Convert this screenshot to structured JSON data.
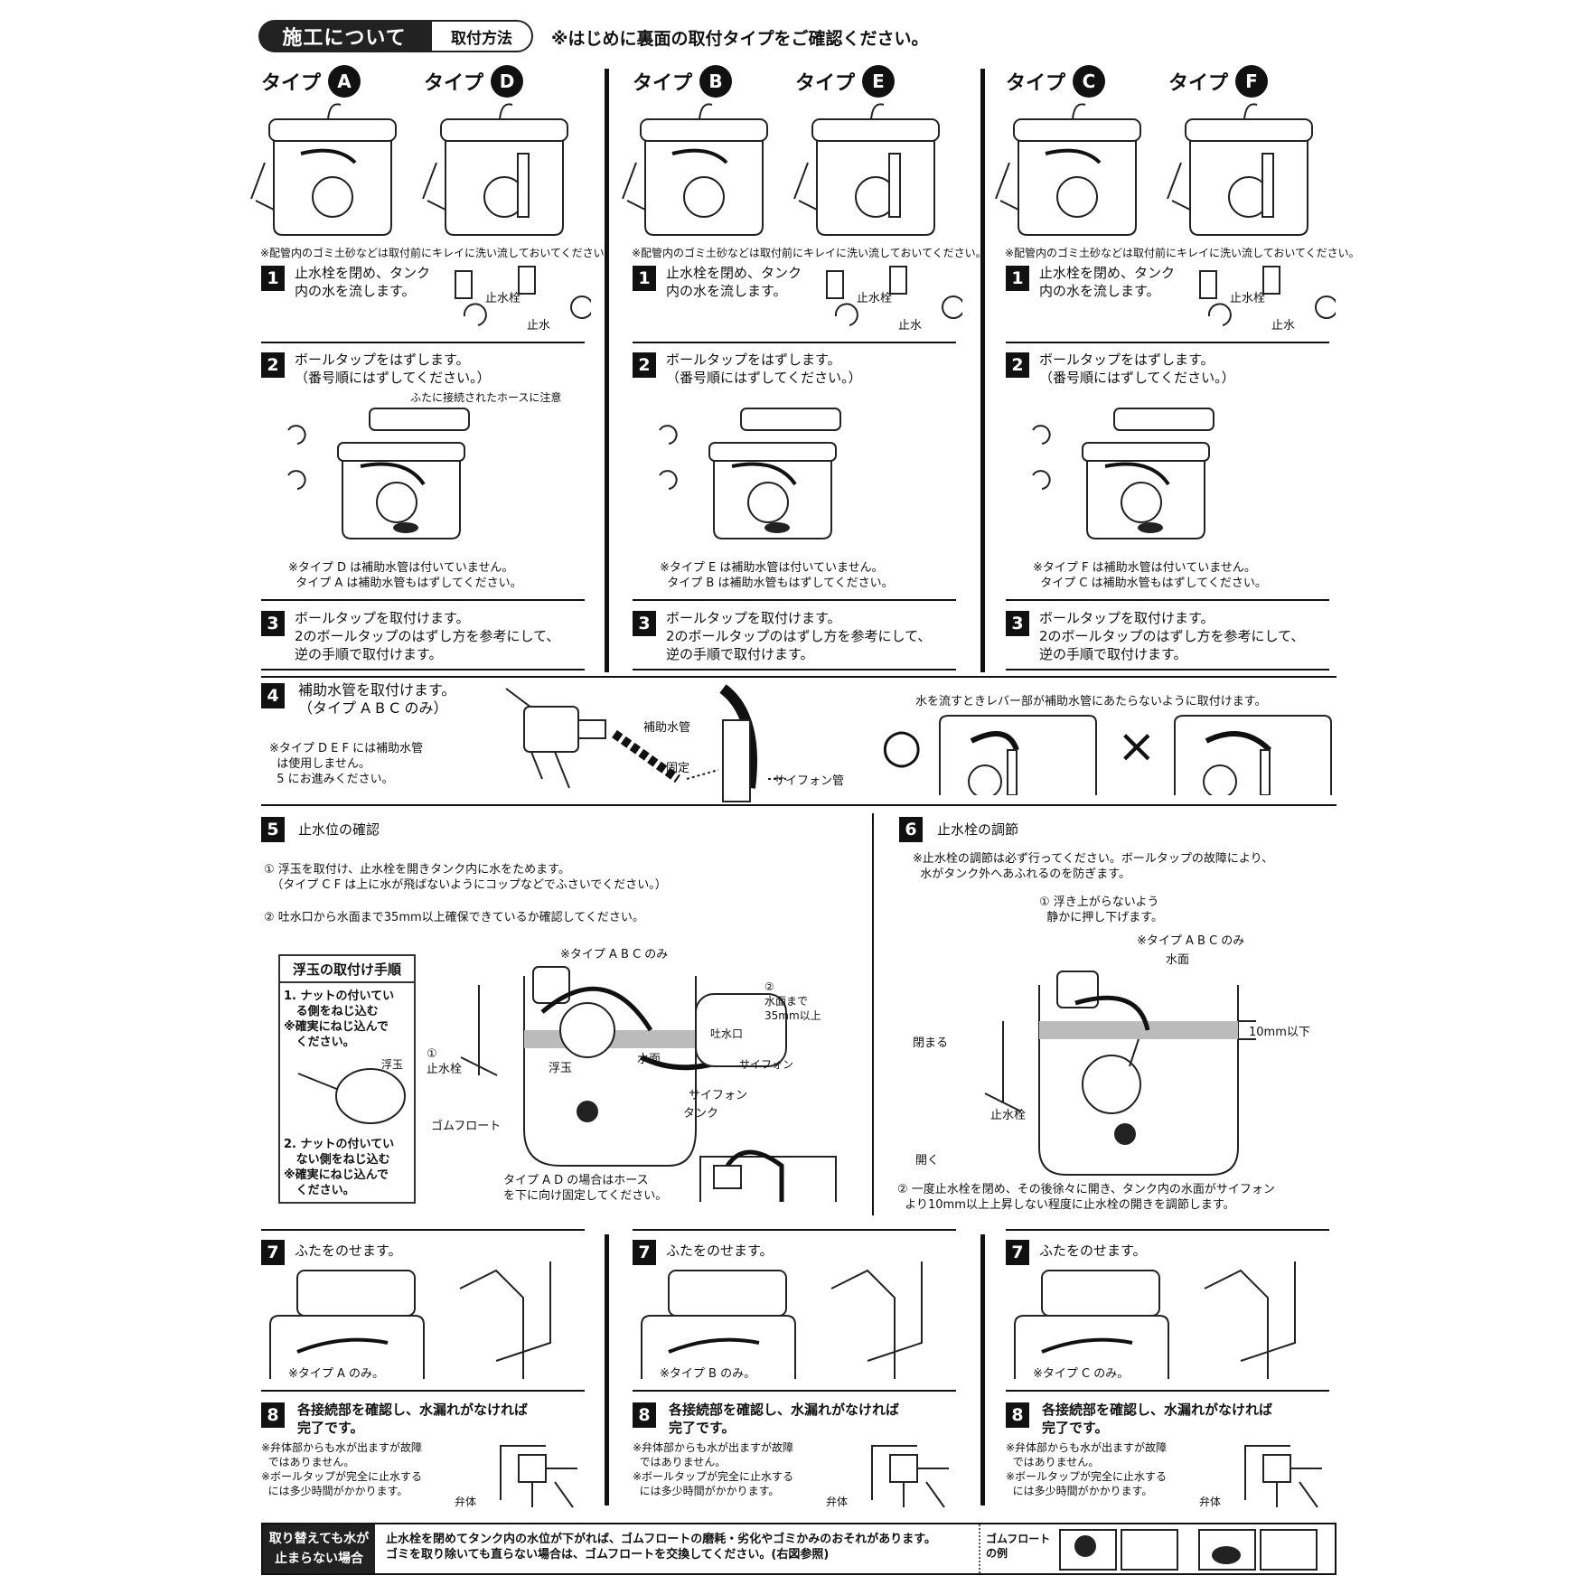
{
  "header": {
    "title": "施工について",
    "subtitle": "取付方法",
    "note": "※はじめに裏面の取付タイプをご確認ください。"
  },
  "columns": [
    {
      "types": [
        {
          "prefix": "タイプ",
          "letter": "A"
        },
        {
          "prefix": "タイプ",
          "letter": "D"
        }
      ],
      "note_top": "※配管内のゴミ土砂などは取付前にキレイに洗い流しておいてください。",
      "step1": "止水栓を閉め、タンク\n内の水を流します。",
      "step1_label_valve": "止水栓",
      "step1_label_stop": "止水",
      "step2": "ボールタップをはずします。\n（番号順にはずしてください。）",
      "step2_caution": "ふたに接続されたホースに注意",
      "step2_note": "※タイプ D は補助水管は付いていません。\n  タイプ A は補助水管もはずしてください。",
      "step3": "ボールタップを取付けます。\n2のボールタップのはずし方を参考にして、\n逆の手順で取付けます。",
      "step7": "ふたをのせます。",
      "step7_note": "※タイプ A のみ。",
      "step8": "各接続部を確認し、水漏れがなければ\n完了です。",
      "step8_note": "※弁体部からも水が出ますが故障\n  ではありません。\n※ボールタップが完全に止水する\n  には多少時間がかかります。",
      "step8_label": "弁体"
    },
    {
      "types": [
        {
          "prefix": "タイプ",
          "letter": "B"
        },
        {
          "prefix": "タイプ",
          "letter": "E"
        }
      ],
      "note_top": "※配管内のゴミ土砂などは取付前にキレイに洗い流しておいてください。",
      "step1": "止水栓を閉め、タンク\n内の水を流します。",
      "step1_label_valve": "止水栓",
      "step1_label_stop": "止水",
      "step2": "ボールタップをはずします。\n（番号順にはずしてください。）",
      "step2_caution": "",
      "step2_note": "※タイプ E は補助水管は付いていません。\n  タイプ B は補助水管もはずしてください。",
      "step3": "ボールタップを取付けます。\n2のボールタップのはずし方を参考にして、\n逆の手順で取付けます。",
      "step7": "ふたをのせます。",
      "step7_note": "※タイプ B のみ。",
      "step8": "各接続部を確認し、水漏れがなければ\n完了です。",
      "step8_note": "※弁体部からも水が出ますが故障\n  ではありません。\n※ボールタップが完全に止水する\n  には多少時間がかかります。",
      "step8_label": "弁体"
    },
    {
      "types": [
        {
          "prefix": "タイプ",
          "letter": "C"
        },
        {
          "prefix": "タイプ",
          "letter": "F"
        }
      ],
      "note_top": "※配管内のゴミ土砂などは取付前にキレイに洗い流しておいてください。",
      "step1": "止水栓を閉め、タンク\n内の水を流します。",
      "step1_label_valve": "止水栓",
      "step1_label_stop": "止水",
      "step2": "ボールタップをはずします。\n（番号順にはずしてください。）",
      "step2_caution": "",
      "step2_note": "※タイプ F は補助水管は付いていません。\n  タイプ C は補助水管もはずしてください。",
      "step3": "ボールタップを取付けます。\n2のボールタップのはずし方を参考にして、\n逆の手順で取付けます。",
      "step7": "ふたをのせます。",
      "step7_note": "※タイプ C のみ。",
      "step8": "各接続部を確認し、水漏れがなければ\n完了です。",
      "step8_note": "※弁体部からも水が出ますが故障\n  ではありません。\n※ボールタップが完全に止水する\n  には多少時間がかかります。",
      "step8_label": "弁体"
    }
  ],
  "step4": {
    "title": "補助水管を取付けます。\n（タイプ A B C のみ）",
    "note": "※タイプ D E F には補助水管\n  は使用しません。\n  5 にお進みください。",
    "label_pipe": "補助水管",
    "label_fix": "固定",
    "label_siphon": "サイフォン管",
    "caution": "水を流すときレバー部が補助水管にあたらないように取付けます。",
    "ok": "○",
    "ng": "×"
  },
  "step5": {
    "title": "止水位の確認",
    "line1": "① 浮玉を取付け、止水栓を開きタンク内に水をためます。\n  （タイプ C F は上に水が飛ばないようにコップなどでふさいでください。）",
    "line2": "② 吐水口から水面まで35mm以上確保できているか確認してください。",
    "float_box_title": "浮玉の取付け手順",
    "float_box_1": "1. ナットの付いてい\n   る側をねじ込む\n※確実にねじ込んで\n   ください。",
    "float_label": "浮玉",
    "float_box_2": "2. ナットの付いてい\n   ない側をねじ込む\n※確実にねじ込んで\n   ください。",
    "label_types": "※タイプ A B C のみ",
    "label_valve": "①\n止水栓",
    "label_float": "浮玉",
    "label_water": "水面",
    "label_rubber": "ゴムフロート",
    "label_siphon": "サイフォン",
    "label_tank": "タンク",
    "label_35": "②\n水面まで\n35mm以上",
    "label_outlet": "吐水口",
    "label_siphon2": "サイフォン",
    "hose_note": "タイプ A D の場合はホース\nを下に向け固定してください。"
  },
  "step6": {
    "title": "止水栓の調節",
    "note": "※止水栓の調節は必ず行ってください。ボールタップの故障により、\n  水がタンク外へあふれるのを防ぎます。",
    "label_press": "① 浮き上がらないよう\n  静かに押し下げます。",
    "label_types": "※タイプ A B C のみ",
    "label_water": "水面",
    "label_close": "閉まる",
    "label_open": "開く",
    "label_valve": "止水栓",
    "label_10": "10mm以下",
    "line2": "② 一度止水栓を閉め、その後徐々に開き、タンク内の水面がサイフォン\n  より10mm以上上昇しない程度に止水栓の開きを調節します。"
  },
  "bottom": {
    "label": "取り替えても水が\n止まらない場合",
    "text": "止水栓を閉めてタンク内の水位が下がれば、ゴムフロートの磨耗・劣化やゴミかみのおそれがあります。\nゴミを取り除いても直らない場合は、ゴムフロートを交換してください。(右図参照)",
    "example": "ゴムフロート\nの例"
  },
  "step_numbers": {
    "s1": "1",
    "s2": "2",
    "s3": "3",
    "s4": "4",
    "s5": "5",
    "s6": "6",
    "s7": "7",
    "s8": "8"
  }
}
